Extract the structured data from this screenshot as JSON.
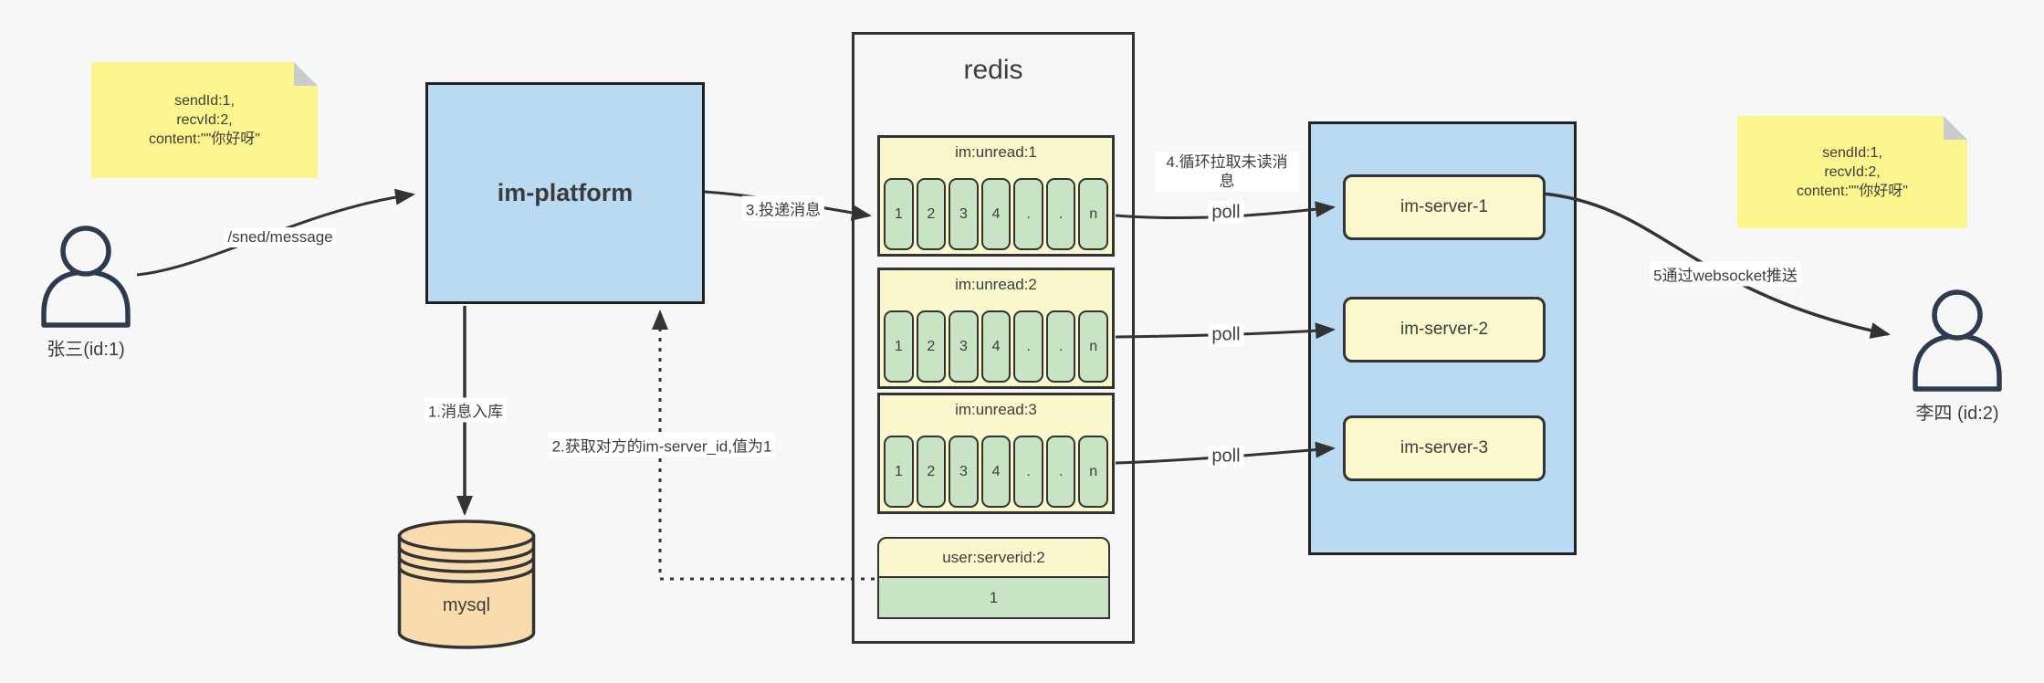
{
  "page": {
    "background": "#f7f7f7"
  },
  "colors": {
    "box_blue": "#badaf2",
    "note_yellow": "#fbf58d",
    "queue_yellow": "#faf7cd",
    "cell_green": "#c9e4c5",
    "mysql_tan": "#f9dcae",
    "stroke_dark": "#333333"
  },
  "notes": {
    "left": {
      "line1": "sendId:1,",
      "line2": "recvId:2,",
      "line3": "content:\"\"你好呀\""
    },
    "right": {
      "line1": "sendId:1,",
      "line2": "recvId:2,",
      "line3": "content:\"\"你好呀\""
    }
  },
  "actors": {
    "sender": {
      "label": "张三(id:1)"
    },
    "receiver": {
      "label": "李四 (id:2)"
    }
  },
  "platform": {
    "label": "im-platform"
  },
  "database": {
    "label": "mysql"
  },
  "redis": {
    "title": "redis",
    "queues": [
      {
        "header": "im:unread:1",
        "cells": [
          "1",
          "2",
          "3",
          "4",
          ".",
          ".",
          "n"
        ]
      },
      {
        "header": "im:unread:2",
        "cells": [
          "1",
          "2",
          "3",
          "4",
          ".",
          ".",
          "n"
        ]
      },
      {
        "header": "im:unread:3",
        "cells": [
          "1",
          "2",
          "3",
          "4",
          ".",
          ".",
          "n"
        ]
      }
    ],
    "mapping": {
      "header": "user:serverid:2",
      "value": "1"
    }
  },
  "servers": {
    "items": [
      {
        "label": "im-server-1"
      },
      {
        "label": "im-server-2"
      },
      {
        "label": "im-server-3"
      }
    ]
  },
  "flow_labels": {
    "send_endpoint": "/sned/message",
    "step1": "1.消息入库",
    "step2": "2.获取对方的im-server_id,值为1",
    "step3": "3.投递消息",
    "step4": "4.循环拉取未读消息",
    "step5": "5通过websocket推送",
    "poll": "poll"
  }
}
